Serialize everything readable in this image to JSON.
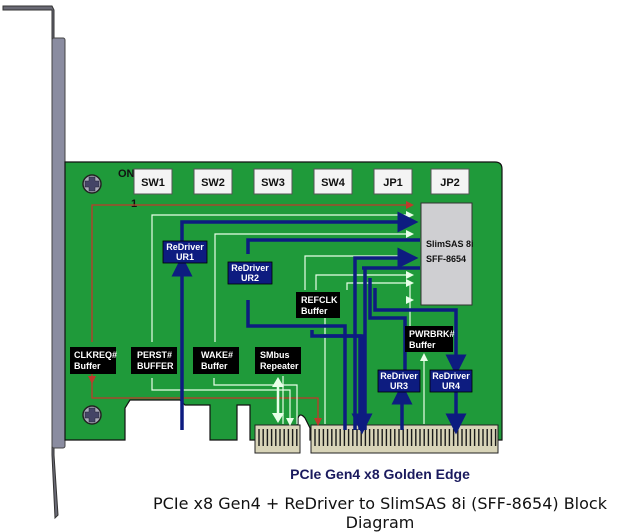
{
  "switches": [
    {
      "label": "SW1"
    },
    {
      "label": "SW2"
    },
    {
      "label": "SW3"
    },
    {
      "label": "SW4"
    },
    {
      "label": "JP1"
    },
    {
      "label": "JP2"
    }
  ],
  "on_label": "ON",
  "pin1_label": "1",
  "connector": {
    "line1": "SlimSAS 8i",
    "line2": "SFF-8654"
  },
  "redrivers": [
    {
      "line1": "ReDriver",
      "line2": "UR1"
    },
    {
      "line1": "ReDriver",
      "line2": "UR2"
    },
    {
      "line1": "ReDriver",
      "line2": "UR3"
    },
    {
      "line1": "ReDriver",
      "line2": "UR4"
    }
  ],
  "buffers": {
    "refclk": {
      "line1": "REFCLK",
      "line2": "Buffer"
    },
    "pwrbrk": {
      "line1": "PWRBRK#",
      "line2": "Buffer"
    },
    "clkreq": {
      "line1": "CLKREQ#",
      "line2": "Buffer"
    },
    "perst": {
      "line1": "PERST#",
      "line2": "BUFFER"
    },
    "wake": {
      "line1": "WAKE#",
      "line2": "Buffer"
    },
    "smbus": {
      "line1": "SMbus",
      "line2": "Repeater"
    }
  },
  "edge_label": "PCIe Gen4 x8 Golden Edge",
  "caption": "PCIe x8 Gen4 + ReDriver to SlimSAS 8i (SFF-8654) Block Diagram",
  "colors": {
    "board": "#1f9a3a",
    "redriver": "#0d1c80",
    "buffer": "#000000",
    "red_line": "#c0392b",
    "blue_line": "#0d1c80",
    "connector": "#cfcfd2"
  }
}
